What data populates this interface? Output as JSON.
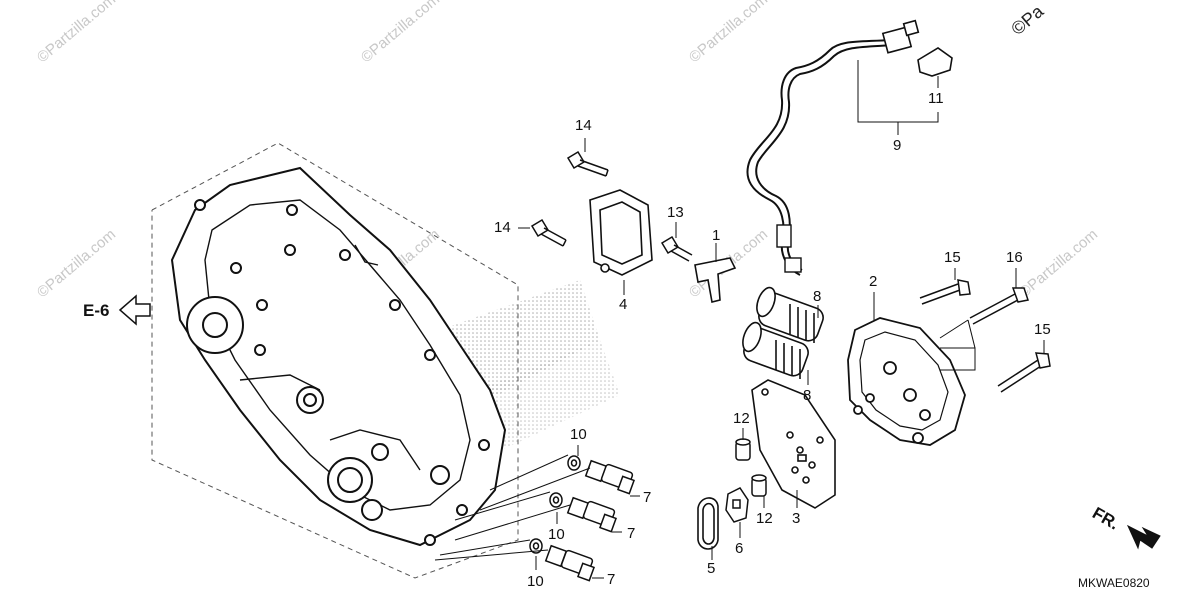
{
  "diagram": {
    "callouts": {
      "p1": "1",
      "p2": "2",
      "p3": "3",
      "p4": "4",
      "p5": "5",
      "p6": "6",
      "p7a": "7",
      "p7b": "7",
      "p7c": "7",
      "p8a": "8",
      "p8b": "8",
      "p9": "9",
      "p10a": "10",
      "p10b": "10",
      "p10c": "10",
      "p11": "11",
      "p12a": "12",
      "p12b": "12",
      "p13": "13",
      "p14a": "14",
      "p14b": "14",
      "p15a": "15",
      "p15b": "15",
      "p16": "16"
    },
    "ref_label": "E-6",
    "direction_label": "FR.",
    "diagram_code": "MKWAE0820",
    "watermark": "©Partzilla.com",
    "copyright_corner": "©Pa"
  }
}
